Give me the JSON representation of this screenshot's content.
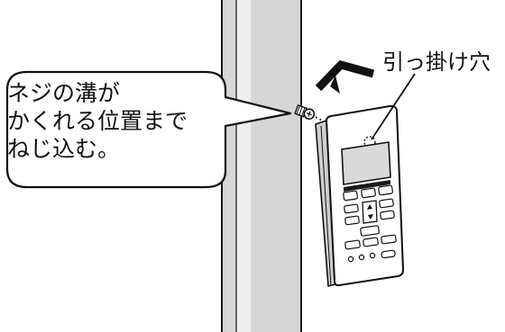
{
  "callout": {
    "line1": "ネジの溝が",
    "line2": "かくれる位置まで",
    "line3": "ねじ込む。"
  },
  "hole_label": "引っ掛け穴",
  "icons": [
    "wall-pillar",
    "screw-icon",
    "insertion-arrow-icon",
    "remote-control-icon",
    "arrow-up-icon",
    "arrow-down-icon"
  ],
  "colors": {
    "pillar_fill": "#d6d6d6",
    "pillar_light": "#eeeeee",
    "outline": "#111111",
    "display_fill": "#d9d9d9",
    "dark_bar": "#1a1a1a"
  }
}
